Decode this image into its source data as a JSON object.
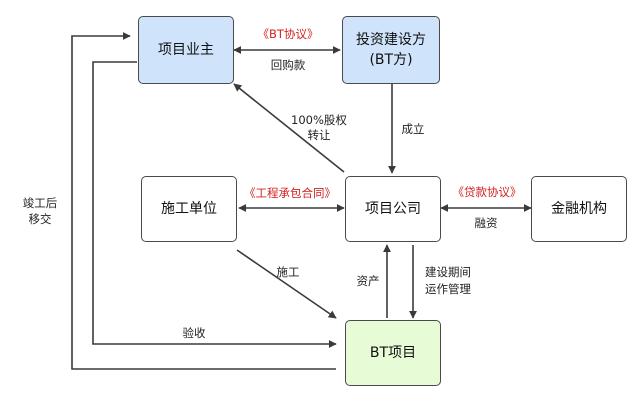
{
  "nodes": {
    "owner": "项目业主",
    "investor_line1": "投资建设方",
    "investor_line2": "(BT方)",
    "contractor": "施工单位",
    "project_company": "项目公司",
    "financial": "金融机构",
    "bt_project": "BT项目"
  },
  "edges": {
    "bt_agreement": "《BT协议》",
    "buyback": "回购款",
    "equity_line1": "100%股权",
    "equity_line2": "转让",
    "establish": "成立",
    "construction_contract": "《工程承包合同》",
    "loan_agreement": "《贷款协议》",
    "financing": "融资",
    "construct": "施工",
    "assets": "资产",
    "ops_line1": "建设期间",
    "ops_line2": "运作管理",
    "acceptance": "验收",
    "handover_line1": "竣工后",
    "handover_line2": "移交"
  },
  "colors": {
    "owner_fill": "#cfe3fb",
    "bt_project_fill": "#e6fbd6",
    "agreement_text": "#d42020",
    "arrow": "#3a3a3a"
  }
}
